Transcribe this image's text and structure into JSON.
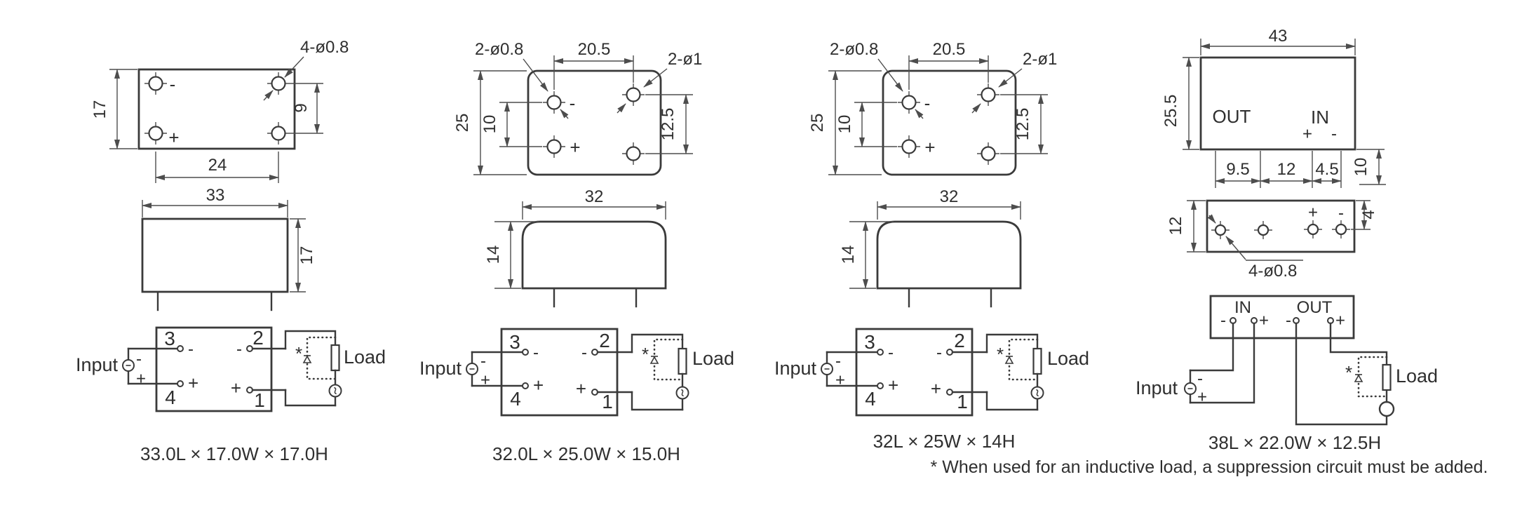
{
  "sheet": {
    "background": "#ffffff",
    "line_color": "#3a3a3a",
    "text_color": "#2f2f2f"
  },
  "symbols": {
    "minus": "-",
    "plus": "+",
    "asterisk": "*"
  },
  "footnote": "* When used for an inductive load, a suppression circuit must be added.",
  "models": [
    {
      "caption": "33.0L × 17.0W × 17.0H",
      "top_view": {
        "holes_label": "4-ø0.8",
        "height": "17",
        "hole_spacing_vertical": "9",
        "hole_spacing_horizontal": "24"
      },
      "side_view": {
        "width": "33",
        "height": "17"
      },
      "wiring": {
        "input_label": "Input",
        "load_label": "Load",
        "pin_top_left": "3",
        "pin_bottom_left": "4",
        "pin_top_right": "2",
        "pin_bottom_right": "1"
      }
    },
    {
      "caption": "32.0L × 25.0W × 15.0H",
      "top_view": {
        "small_holes_label": "2-ø0.8",
        "large_holes_label": "2-ø1",
        "top_hole_spacing": "20.5",
        "height": "25",
        "left_hole_spacing": "10",
        "right_hole_spacing": "12.5"
      },
      "side_view": {
        "width": "32",
        "height": "14"
      },
      "wiring": {
        "input_label": "Input",
        "load_label": "Load",
        "pin_top_left": "3",
        "pin_bottom_left": "4",
        "pin_top_right": "2",
        "pin_bottom_right": "1"
      }
    },
    {
      "caption": "32L × 25W × 14H",
      "top_view": {
        "small_holes_label": "2-ø0.8",
        "large_holes_label": "2-ø1",
        "top_hole_spacing": "20.5",
        "height": "25",
        "left_hole_spacing": "10",
        "right_hole_spacing": "12.5"
      },
      "side_view": {
        "width": "32",
        "height": "14"
      },
      "wiring": {
        "input_label": "Input",
        "load_label": "Load",
        "pin_top_left": "3",
        "pin_bottom_left": "4",
        "pin_top_right": "2",
        "pin_bottom_right": "1"
      }
    },
    {
      "caption": "38L × 22.0W × 12.5H",
      "top_view": {
        "width": "43",
        "height": "25.5",
        "out_label": "OUT",
        "in_label": "IN",
        "pin_pitch_1": "9.5",
        "pin_pitch_2": "12",
        "pin_pitch_3": "4.5",
        "pin_length": "10"
      },
      "mount_view": {
        "height": "12",
        "hole_row_offset": "4",
        "holes_label": "4-ø0.8"
      },
      "wiring": {
        "in_label": "IN",
        "out_label": "OUT",
        "input_label": "Input",
        "load_label": "Load"
      }
    }
  ]
}
